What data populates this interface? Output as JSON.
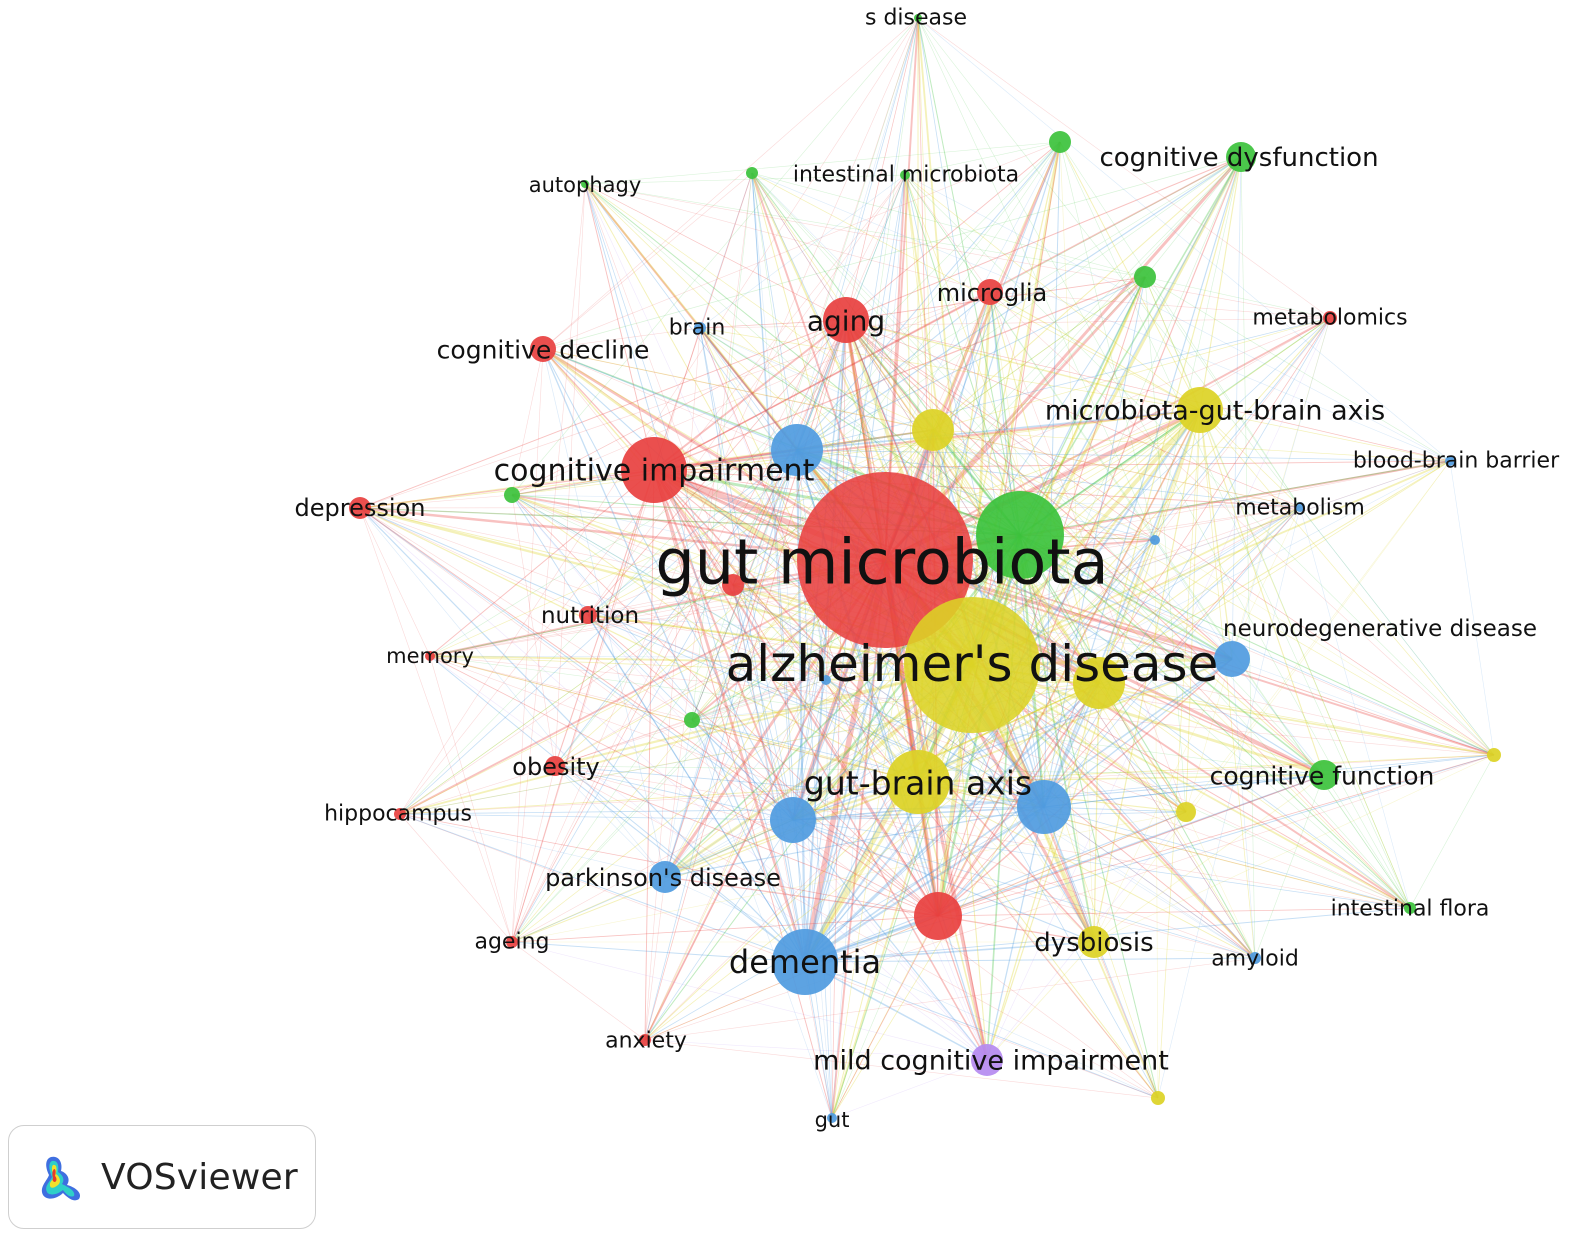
{
  "brand": {
    "name": "VOSviewer",
    "icon": "vosviewer-logo-icon"
  },
  "clusters": {
    "red": "#e8403f",
    "green": "#3cc23c",
    "blue": "#4f9be0",
    "yellow": "#dcd325",
    "purple": "#b58af0"
  },
  "nodes": [
    {
      "id": "gut microbiota",
      "label": "gut microbiota",
      "cluster": "red",
      "weight": 100
    },
    {
      "id": "alzheimer's disease",
      "label": "alzheimer's disease",
      "cluster": "yellow",
      "weight": 90
    },
    {
      "id": "gut-brain axis",
      "label": "gut-brain axis",
      "cluster": "yellow",
      "weight": 26
    },
    {
      "id": "cognitive impairment",
      "label": "cognitive impairment",
      "cluster": "red",
      "weight": 24
    },
    {
      "id": "dementia",
      "label": "dementia",
      "cluster": "blue",
      "weight": 24
    },
    {
      "id": "green hub",
      "label": "",
      "cluster": "green",
      "weight": 28
    },
    {
      "id": "microbiota-gut-brain axis",
      "label": "microbiota-gut-brain axis",
      "cluster": "yellow",
      "weight": 14
    },
    {
      "id": "aging",
      "label": "aging",
      "cluster": "red",
      "weight": 12
    },
    {
      "id": "blue node a",
      "label": "",
      "cluster": "blue",
      "weight": 16
    },
    {
      "id": "blue node b",
      "label": "",
      "cluster": "blue",
      "weight": 16
    },
    {
      "id": "blue node c",
      "label": "",
      "cluster": "blue",
      "weight": 14
    },
    {
      "id": "red node a",
      "label": "",
      "cluster": "red",
      "weight": 16
    },
    {
      "id": "yellow node a",
      "label": "",
      "cluster": "yellow",
      "weight": 12
    },
    {
      "id": "yellow node b",
      "label": "",
      "cluster": "yellow",
      "weight": 16
    },
    {
      "id": "neurodegenerative disease",
      "label": "neurodegenerative disease",
      "cluster": "blue",
      "weight": 9
    },
    {
      "id": "cognitive dysfunction",
      "label": "cognitive dysfunction",
      "cluster": "green",
      "weight": 7
    },
    {
      "id": "cognitive function",
      "label": "cognitive function",
      "cluster": "green",
      "weight": 7
    },
    {
      "id": "dysbiosis",
      "label": "dysbiosis",
      "cluster": "yellow",
      "weight": 8
    },
    {
      "id": "mild cognitive impairment",
      "label": "mild cognitive impairment",
      "cluster": "purple",
      "weight": 8
    },
    {
      "id": "parkinson's disease",
      "label": "parkinson's disease",
      "cluster": "blue",
      "weight": 7
    },
    {
      "id": "microglia",
      "label": "microglia",
      "cluster": "red",
      "weight": 6
    },
    {
      "id": "cognitive decline",
      "label": "cognitive decline",
      "cluster": "red",
      "weight": 6
    },
    {
      "id": "depression",
      "label": "depression",
      "cluster": "red",
      "weight": 5
    },
    {
      "id": "nutrition",
      "label": "nutrition",
      "cluster": "red",
      "weight": 4
    },
    {
      "id": "obesity",
      "label": "obesity",
      "cluster": "red",
      "weight": 4
    },
    {
      "id": "memory",
      "label": "memory",
      "cluster": "red",
      "weight": 3
    },
    {
      "id": "hippocampus",
      "label": "hippocampus",
      "cluster": "red",
      "weight": 3
    },
    {
      "id": "ageing",
      "label": "ageing",
      "cluster": "red",
      "weight": 3
    },
    {
      "id": "anxiety",
      "label": "anxiety",
      "cluster": "red",
      "weight": 3
    },
    {
      "id": "metabolomics",
      "label": "metabolomics",
      "cluster": "red",
      "weight": 3
    },
    {
      "id": "brain",
      "label": "brain",
      "cluster": "blue",
      "weight": 3
    },
    {
      "id": "blood-brain barrier",
      "label": "blood-brain barrier",
      "cluster": "blue",
      "weight": 3
    },
    {
      "id": "amyloid",
      "label": "amyloid",
      "cluster": "blue",
      "weight": 3
    },
    {
      "id": "gut",
      "label": "gut",
      "cluster": "blue",
      "weight": 3
    },
    {
      "id": "metabolism",
      "label": "metabolism",
      "cluster": "blue",
      "weight": 3
    },
    {
      "id": "s disease",
      "label": "s disease",
      "cluster": "green",
      "weight": 3
    },
    {
      "id": "autophagy",
      "label": "autophagy",
      "cluster": "green",
      "weight": 3
    },
    {
      "id": "intestinal microbiota",
      "label": "intestinal microbiota",
      "cluster": "green",
      "weight": 3
    },
    {
      "id": "intestinal flora",
      "label": "intestinal flora",
      "cluster": "green",
      "weight": 3
    },
    {
      "id": "green node a",
      "label": "",
      "cluster": "green",
      "weight": 5
    },
    {
      "id": "green node b",
      "label": "",
      "cluster": "green",
      "weight": 5
    },
    {
      "id": "green node c",
      "label": "",
      "cluster": "green",
      "weight": 3
    },
    {
      "id": "green node d",
      "label": "",
      "cluster": "green",
      "weight": 3
    },
    {
      "id": "green node e",
      "label": "",
      "cluster": "green",
      "weight": 3
    },
    {
      "id": "yellow node c",
      "label": "",
      "cluster": "yellow",
      "weight": 4
    },
    {
      "id": "yellow node d",
      "label": "",
      "cluster": "yellow",
      "weight": 3
    },
    {
      "id": "yellow node e",
      "label": "",
      "cluster": "yellow",
      "weight": 3
    },
    {
      "id": "red node b",
      "label": "",
      "cluster": "red",
      "weight": 4
    },
    {
      "id": "blue node d",
      "label": "",
      "cluster": "blue",
      "weight": 2
    },
    {
      "id": "blue node e",
      "label": "",
      "cluster": "blue",
      "weight": 2
    }
  ]
}
